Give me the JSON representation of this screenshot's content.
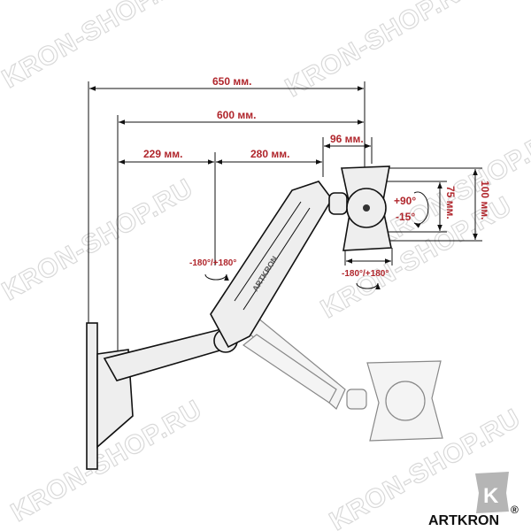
{
  "watermarks": [
    "KRON-SHOP.RU",
    "KRON-SHOP.RU",
    "KRON-SHOP.RU",
    "KRON-SHOP.RU",
    "KRON-SHOP.RU",
    "KRON-SHOP.RU",
    "KRON-SHOP.RU"
  ],
  "dimensions": {
    "total_reach": "650 мм.",
    "arm_reach": "600 мм.",
    "lower_arm": "229 мм.",
    "upper_arm": "280 мм.",
    "head": "96 мм.",
    "vesa_small": "75 мм.",
    "vesa_large": "100 мм."
  },
  "rotations": {
    "tilt_up": "+90°",
    "tilt_down": "-15°",
    "arm_swivel": "-180°/+180°",
    "head_swivel": "-180°/+180°"
  },
  "arm_label": "ARTKRON",
  "brand": {
    "name": "ARTKRON",
    "logo_letter": "K",
    "registered": "®"
  },
  "colors": {
    "dimension_text": "#b0262c",
    "logo_grey": "#b5b5b5"
  }
}
